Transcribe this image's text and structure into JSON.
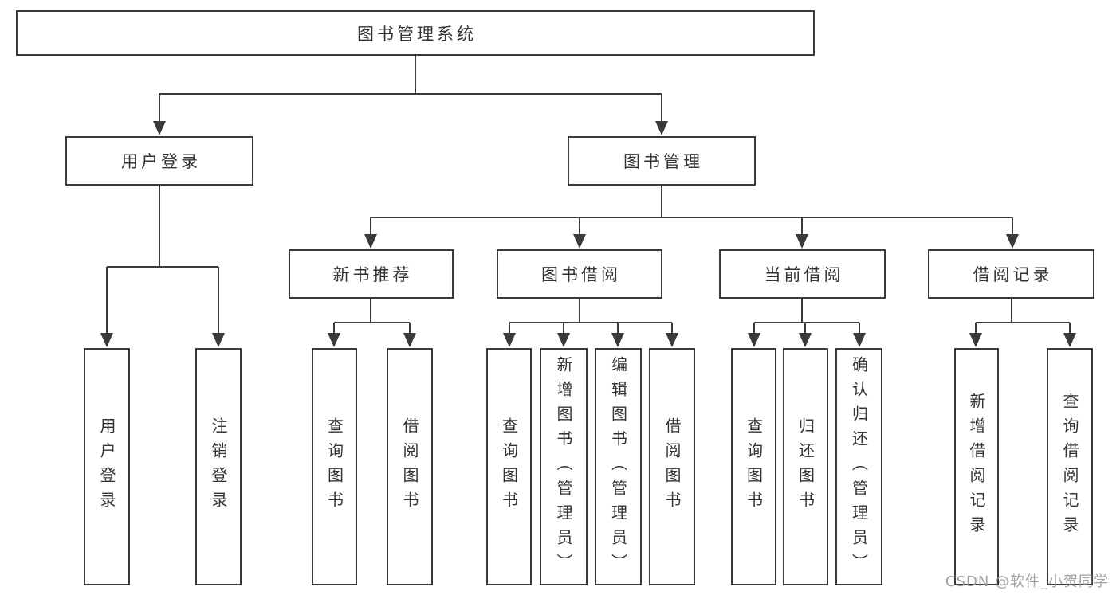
{
  "diagram": {
    "title": "图书管理系统",
    "type": "hierarchy-tree",
    "nodes": {
      "root": "图书管理系统",
      "login": "用户登录",
      "mgmt": "图书管理",
      "rec": "新书推荐",
      "borrow": "图书借阅",
      "current": "当前借阅",
      "records": "借阅记录",
      "user_login": "用户登录",
      "logout": "注销登录",
      "rec_query": "查询图书",
      "rec_borrow": "借阅图书",
      "b_query": "查询图书",
      "b_add": "新增图书（管理员）",
      "b_edit": "编辑图书（管理员）",
      "b_borrow": "借阅图书",
      "c_query": "查询图书",
      "c_return": "归还图书",
      "c_confirm": "确认归还（管理员）",
      "r_add": "新增借阅记录",
      "r_query": "查询借阅记录"
    },
    "edges": [
      [
        "root",
        "login"
      ],
      [
        "root",
        "mgmt"
      ],
      [
        "login",
        "user_login"
      ],
      [
        "login",
        "logout"
      ],
      [
        "mgmt",
        "rec"
      ],
      [
        "mgmt",
        "borrow"
      ],
      [
        "mgmt",
        "current"
      ],
      [
        "mgmt",
        "records"
      ],
      [
        "rec",
        "rec_query"
      ],
      [
        "rec",
        "rec_borrow"
      ],
      [
        "borrow",
        "b_query"
      ],
      [
        "borrow",
        "b_add"
      ],
      [
        "borrow",
        "b_edit"
      ],
      [
        "borrow",
        "b_borrow"
      ],
      [
        "current",
        "c_query"
      ],
      [
        "current",
        "c_return"
      ],
      [
        "current",
        "c_confirm"
      ],
      [
        "records",
        "r_add"
      ],
      [
        "records",
        "r_query"
      ]
    ],
    "colors": {
      "line": "#3a3a3a",
      "box_border": "#3a3a3a",
      "text": "#333333",
      "background": "#ffffff",
      "watermark": "#969696"
    },
    "watermark": "CSDN @软件_小贺同学"
  }
}
